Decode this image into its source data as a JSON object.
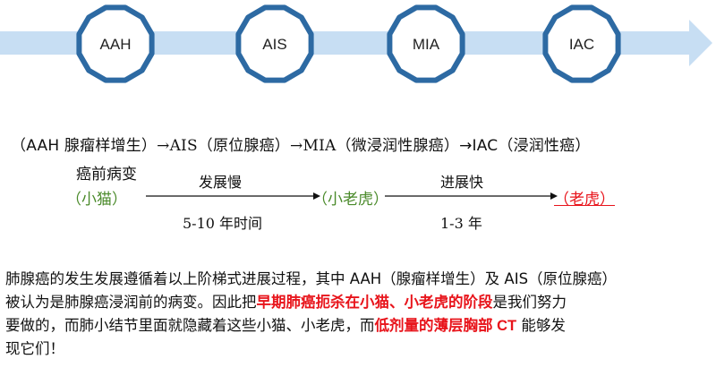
{
  "stages": [
    {
      "id": "aah",
      "label": "AAH"
    },
    {
      "id": "ais",
      "label": "AIS"
    },
    {
      "id": "mia",
      "label": "MIA"
    },
    {
      "id": "iac",
      "label": "IAC"
    }
  ],
  "colors": {
    "arrow_fill": "#c7def3",
    "circle_stroke": "#2d6aa3",
    "green": "#4a8a2a",
    "red": "#e8141b"
  },
  "flow": {
    "aah": "（AAH 腺瘤样增生）",
    "ais": "→AIS（原位腺癌）",
    "mia": "→MIA（微浸润性腺癌）",
    "iac": "→IAC（浸润性癌）",
    "precancer": "癌前病变"
  },
  "animals": {
    "small_cat": "（小猫）",
    "small_tiger": "（小老虎）",
    "tiger": "（老虎）"
  },
  "progress": {
    "slow": "发展慢",
    "slow_duration": "5-10 年时间",
    "fast": "进展快",
    "fast_duration": "1-3 年"
  },
  "paragraph": {
    "line1": "肺腺癌的发生发展遵循着以上阶梯式进展过程，其中 AAH（腺瘤样增生）及 AIS（原位腺癌）",
    "line2_a": "被认为是肺腺癌浸润前的病变。因此把",
    "line2_highlight": "早期肺癌扼杀在小猫、小老虎的阶段",
    "line2_b": "是我们努力",
    "line3_a": "要做的，而肺小结节里面就隐藏着这些小猫、小老虎，而",
    "line3_highlight": "低剂量的薄层胸部",
    "line3_ct": " CT",
    "line3_b": " 能够发",
    "line4": "现它们！"
  }
}
